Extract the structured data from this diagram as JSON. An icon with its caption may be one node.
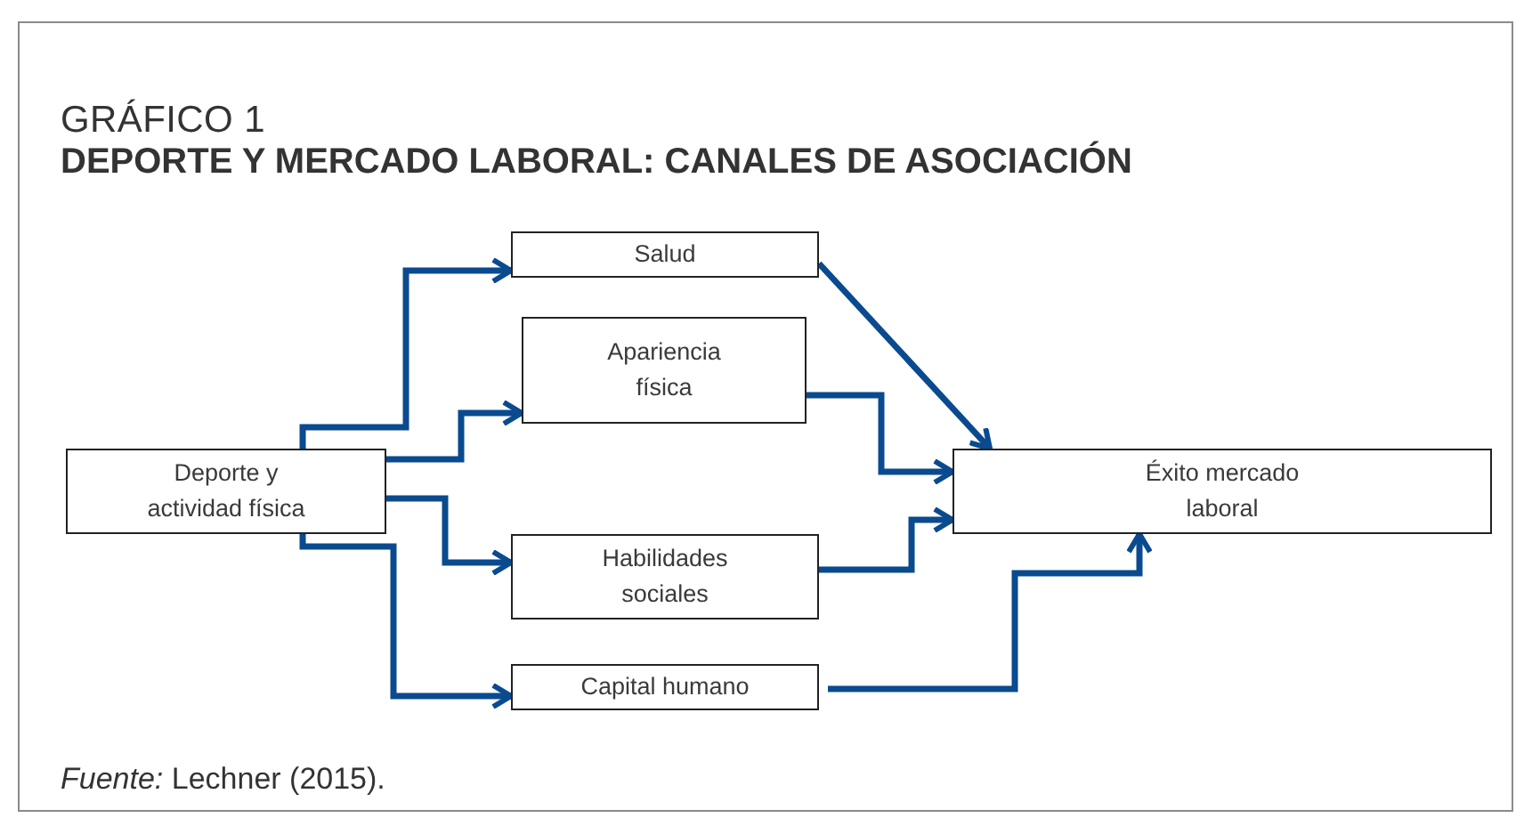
{
  "diagram": {
    "title": "GRÁFICO 1",
    "nodes": [
      {
        "text": [
          "Deporte y actividad física"
        ]
      },
      {
        "text": [
          "Salud"
        ]
      },
      {
        "text": [
          "Apariencia física"
        ]
      },
      {
        "text": [
          "Habilidades sociales"
        ]
      },
      {
        "text": [
          "Capital humano"
        ]
      },
      {
        "text": [
          "Éxito mercado laboral"
        ]
      }
    ],
    "edges": [
      {
        "from": 0,
        "to": 1,
        "arrow": "to"
      },
      {
        "from": 0,
        "to": 2,
        "arrow": "to"
      },
      {
        "from": 0,
        "to": 3,
        "arrow": "to"
      },
      {
        "from": 0,
        "to": 4,
        "arrow": "to"
      },
      {
        "from": 1,
        "to": 5,
        "arrow": "to"
      },
      {
        "from": 2,
        "to": 5,
        "arrow": "to"
      },
      {
        "from": 3,
        "to": 5,
        "arrow": "to"
      },
      {
        "from": 4,
        "to": 5,
        "arrow": "to"
      }
    ],
    "labels": [
      "DEPORTE Y MERCADO LABORAL: CANALES DE ASOCIACIÓN"
    ],
    "caption": "*Fuente:* Lechner (2015)."
  }
}
